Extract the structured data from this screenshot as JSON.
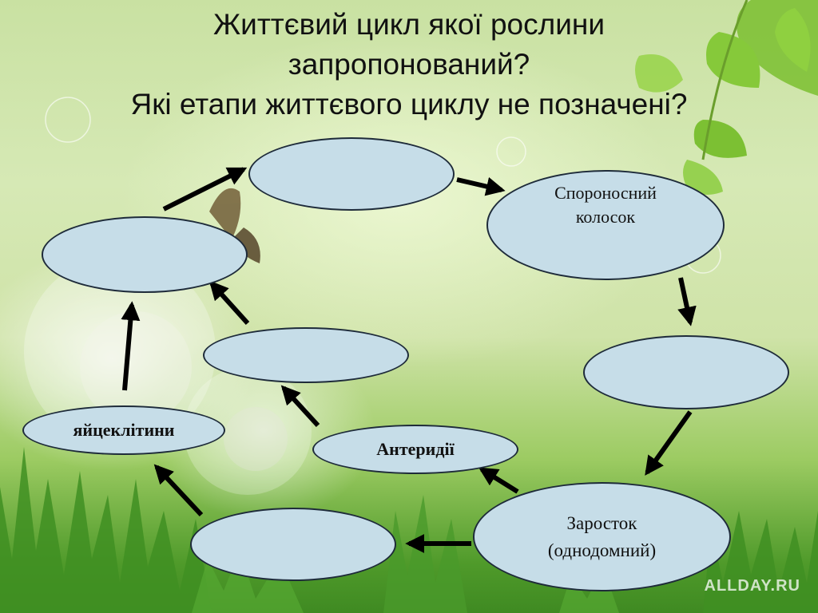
{
  "title": {
    "line1": "Життєвий цикл якої рослини",
    "line2": "запропонований?",
    "line3": "Які етапи життєвого циклу не позначені?"
  },
  "nodes": {
    "top_blank": "",
    "spore_spike": "Спороносний\nколосок",
    "right_blank": "",
    "prothallus": "Заросток\n(однодомний)",
    "bottom_blank": "",
    "antheridia": "Антеридії",
    "egg_cells": "яйцеклітини",
    "middle_blank": "",
    "left_blank": ""
  },
  "watermark": "ALLDAY.RU",
  "colors": {
    "node_fill": "#c6dde8",
    "node_border": "#1e2b3a",
    "arrow": "#000000"
  }
}
